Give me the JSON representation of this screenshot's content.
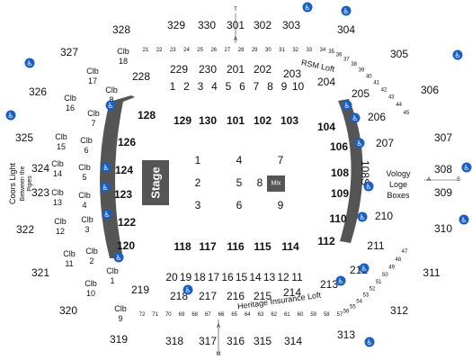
{
  "map": {
    "stage_label": "Stage",
    "mix_label": "Mix",
    "rsm_loft": "RSM Loft",
    "heritage_loft": "Heritage Insurance Loft",
    "vology": [
      "Vology",
      "Loge",
      "Boxes"
    ],
    "coors": [
      "Coors Light",
      "Between the",
      "Pipes"
    ],
    "marker_top": "T",
    "marker_top_a": "A",
    "marker_bottom": "M",
    "marker_bottom_a": "A",
    "marker_right_a": "A",
    "marker_right_s": "S",
    "accessibility_icon": "wheelchair-icon",
    "colors": {
      "band": "#555555",
      "mix": "#555555",
      "stage": "#555555",
      "access": "#1a5fc2"
    }
  },
  "sections_300": [
    "328",
    "329",
    "330",
    "301",
    "302",
    "303",
    "304",
    "327",
    "305",
    "326",
    "306",
    "325",
    "307",
    "308",
    "309",
    "322",
    "310",
    "321",
    "311",
    "320",
    "312",
    "319",
    "318",
    "317",
    "316",
    "315",
    "314",
    "313"
  ],
  "sections_200": [
    "229",
    "230",
    "201",
    "202",
    "203",
    "204",
    "228",
    "205",
    "206",
    "207",
    "108S",
    "210",
    "211",
    "212",
    "213",
    "214",
    "219",
    "218",
    "217",
    "216",
    "215"
  ],
  "sections_100": [
    "128",
    "129",
    "130",
    "101",
    "102",
    "103",
    "104",
    "126",
    "106",
    "124",
    "108",
    "123",
    "109",
    "122",
    "110",
    "120",
    "112",
    "118",
    "117",
    "116",
    "115",
    "114"
  ],
  "box_labels": [
    "324",
    "323"
  ],
  "clubs": [
    {
      "l1": "Clb",
      "l2": "18"
    },
    {
      "l1": "Clb",
      "l2": "17"
    },
    {
      "l1": "Clb",
      "l2": "16"
    },
    {
      "l1": "Clb",
      "l2": "15"
    },
    {
      "l1": "Clb",
      "l2": "14"
    },
    {
      "l1": "Clb",
      "l2": "13"
    },
    {
      "l1": "Clb",
      "l2": "12"
    },
    {
      "l1": "Clb",
      "l2": "11"
    },
    {
      "l1": "Clb",
      "l2": "10"
    },
    {
      "l1": "Clb",
      "l2": "9"
    },
    {
      "l1": "Clb",
      "l2": "8"
    },
    {
      "l1": "Clb",
      "l2": "7"
    },
    {
      "l1": "Clb",
      "l2": "6"
    },
    {
      "l1": "Clb",
      "l2": "5"
    },
    {
      "l1": "Clb",
      "l2": "4"
    },
    {
      "l1": "Clb",
      "l2": "3"
    },
    {
      "l1": "Clb",
      "l2": "2"
    },
    {
      "l1": "Clb",
      "l2": "1"
    }
  ],
  "top_rows": [
    "1",
    "2",
    "3",
    "4",
    "5",
    "6",
    "7",
    "8",
    "9",
    "10"
  ],
  "bottom_rows": [
    "20",
    "19",
    "18",
    "17",
    "16",
    "15",
    "14",
    "13",
    "12",
    "11"
  ],
  "floor": [
    "1",
    "4",
    "7",
    "2",
    "5",
    "8",
    "3",
    "6",
    "9"
  ],
  "top_seats": [
    "21",
    "22",
    "23",
    "24",
    "25",
    "26",
    "27",
    "28",
    "29",
    "30",
    "31",
    "32",
    "33",
    "34",
    "35",
    "36",
    "37",
    "38",
    "39",
    "40",
    "41",
    "42",
    "43",
    "44",
    "45"
  ],
  "bottom_seats": [
    "72",
    "71",
    "70",
    "69",
    "68",
    "67",
    "66",
    "65",
    "64",
    "63",
    "62",
    "61",
    "60",
    "59",
    "58",
    "57",
    "56",
    "55",
    "54",
    "53",
    "52",
    "51",
    "50",
    "49",
    "48",
    "47"
  ]
}
